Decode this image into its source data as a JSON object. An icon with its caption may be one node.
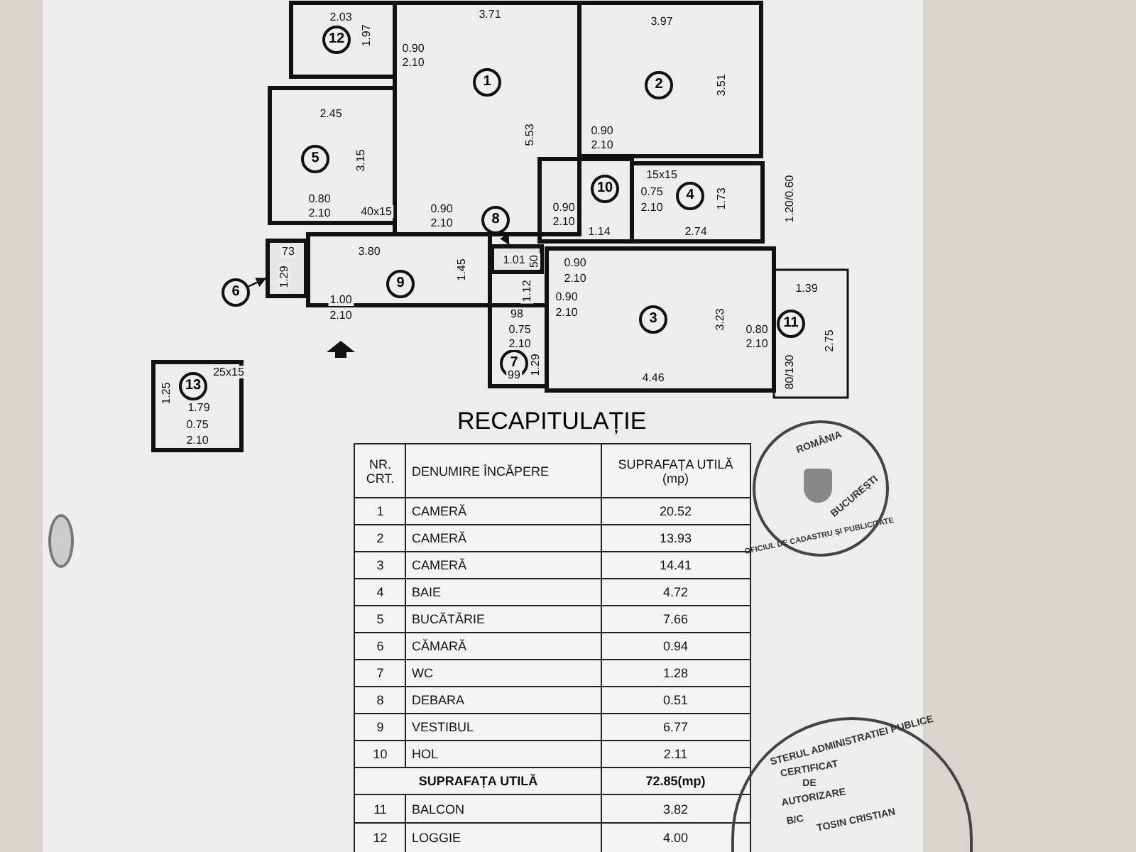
{
  "diagram": {
    "title": "RECAPITULAȚIE",
    "nodes": [
      {
        "text": [
          "12"
        ]
      },
      {
        "text": [
          "1"
        ]
      },
      {
        "text": [
          "2"
        ]
      },
      {
        "text": [
          "5"
        ]
      },
      {
        "text": [
          "10"
        ]
      },
      {
        "text": [
          "4"
        ]
      },
      {
        "text": [
          "8"
        ]
      },
      {
        "text": [],
        "shape": "box"
      },
      {
        "text": [],
        "shape": "box"
      },
      {
        "text": [
          "9"
        ]
      },
      {
        "text": [
          "6"
        ]
      },
      {
        "text": [
          "3"
        ]
      },
      {
        "text": [
          "11"
        ]
      },
      {
        "text": [
          "7"
        ]
      },
      {
        "text": [
          "13"
        ]
      }
    ],
    "edges": [
      {
        "from": 6,
        "to": 8,
        "arrow": "to"
      },
      {
        "from": 10,
        "to": 7,
        "arrow": "to"
      }
    ],
    "labels": [
      "2.03",
      "1.97",
      "0.90",
      "2.10",
      "3.71",
      "3.97",
      "5.53",
      "3.51",
      "2.45",
      "3.15",
      "40x15",
      "0.80",
      "2.10",
      "0.90",
      "2.10",
      "0.90",
      "2.10",
      "15x15",
      "0.75",
      "2.10",
      "1.73",
      "1.20/0.60",
      "0.90",
      "2.10",
      "1.14",
      "2.74",
      "0.90",
      "2.10",
      "73",
      "1.29",
      "3.80",
      "1.45",
      "1.01",
      "50",
      "1.00",
      "2.10",
      "1.12",
      "0.90",
      "98",
      "2.10",
      "0.75",
      "2.10",
      "1.29",
      "99",
      "3.23",
      "4.46",
      "0.80",
      "2.10",
      "1.39",
      "2.75",
      "80/130",
      "25x15",
      "1.25",
      "1.79",
      "0.75",
      "2.10",
      "NR. CRT.",
      "DENUMIRE ÎNCĂPERE",
      "SUPRAFAȚA UTILĂ (mp)",
      "1",
      "CAMERĂ",
      "20.52",
      "2",
      "CAMERĂ",
      "13.93",
      "3",
      "CAMERĂ",
      "14.41",
      "4",
      "BAIE",
      "4.72",
      "5",
      "BUCĂTĂRIE",
      "7.66",
      "6",
      "CĂMARĂ",
      "0.94",
      "7",
      "WC",
      "1.28",
      "8",
      "DEBARA",
      "0.51",
      "9",
      "VESTIBUL",
      "6.77",
      "10",
      "HOL",
      "2.11",
      "SUPRAFAȚA UTILĂ",
      "72.85(mp)",
      "11",
      "BALCON",
      "3.82",
      "12",
      "LOGGIE",
      "4.00",
      "ROMÂNIA",
      "OFICIUL DE CADASTRU ȘI PUBLICITATE",
      "BUCUREȘTI",
      "STERUL ADMINISTRATIEI PUBLICE",
      "CERTIFICAT",
      "DE",
      "AUTORIZARE",
      "B/C",
      "TOSIN CRISTIAN"
    ]
  }
}
